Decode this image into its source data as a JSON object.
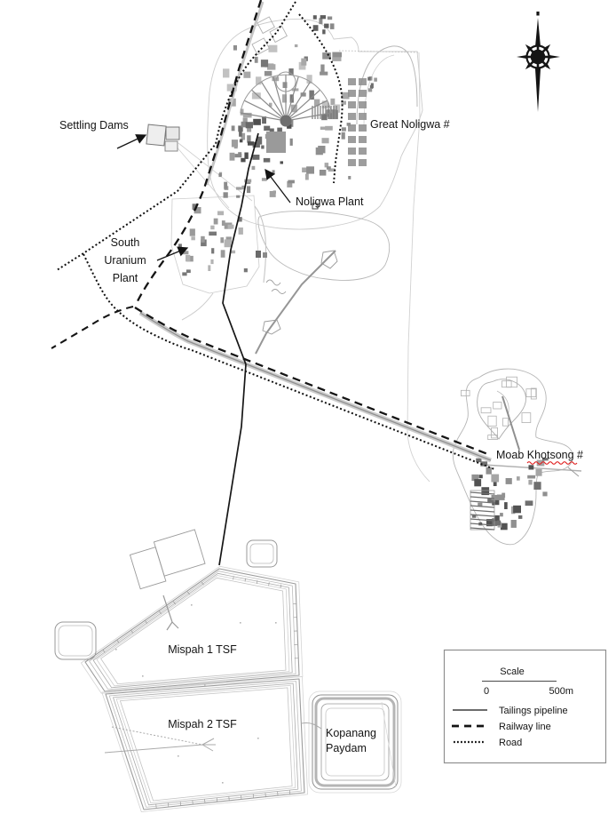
{
  "map": {
    "labels": {
      "settling_dams": "Settling Dams",
      "great_noligwa": "Great Noligwa #",
      "noligwa_plant": "Noligwa Plant",
      "south_uranium_line1": "South",
      "south_uranium_line2": "Uranium",
      "south_uranium_line3": "Plant",
      "moab_khotsong": "Moab Khotsong #",
      "mispah1": "Mispah 1 TSF",
      "mispah2": "Mispah 2 TSF",
      "kopanang_line1": "Kopanang",
      "kopanang_line2": "Paydam"
    },
    "icons": {
      "compass": "north-compass-rose"
    },
    "colors": {
      "ink": "#141414",
      "map_light_gray": "#c9c9c9",
      "map_mid_gray": "#8f8f8f",
      "spellcheck_underline": "#e02020",
      "background": "#ffffff"
    }
  },
  "legend": {
    "scale_title": "Scale",
    "scale_min": "0",
    "scale_max": "500m",
    "items": [
      {
        "label": "Tailings pipeline",
        "style": "solid"
      },
      {
        "label": "Railway line",
        "style": "dashed"
      },
      {
        "label": "Road",
        "style": "dotted"
      }
    ]
  }
}
